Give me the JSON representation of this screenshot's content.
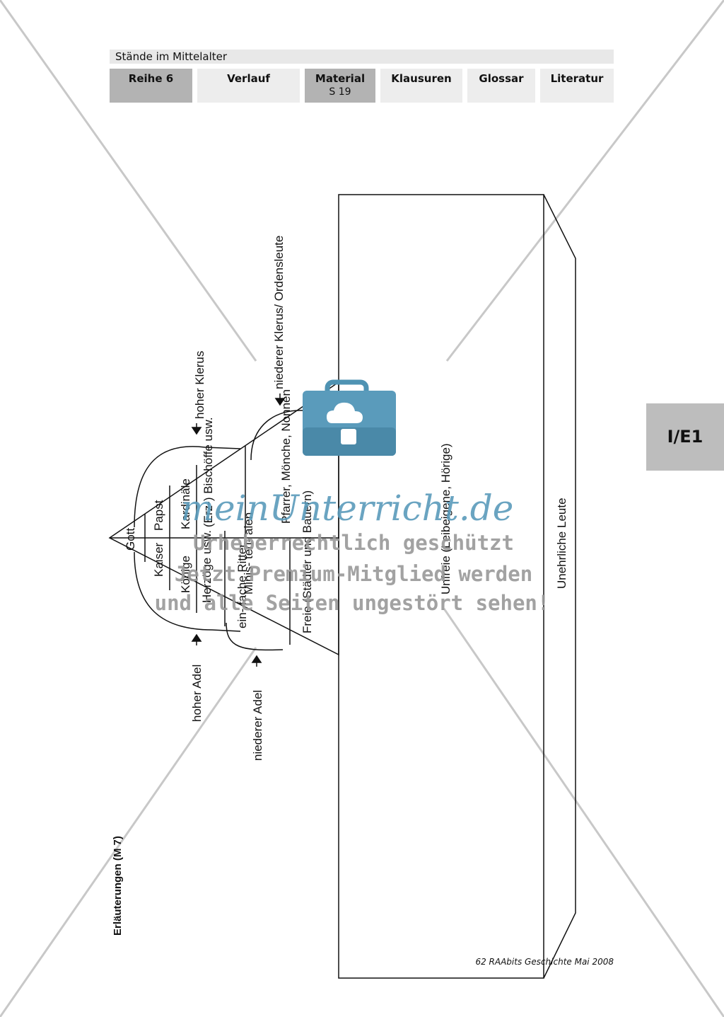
{
  "header": {
    "title": "Stände im Mittelalter"
  },
  "tabs": [
    {
      "label": "Reihe 6"
    },
    {
      "label": "Verlauf"
    },
    {
      "label": "Material",
      "sub": "S 19"
    },
    {
      "label": "Klausuren"
    },
    {
      "label": "Glossar"
    },
    {
      "label": "Literatur"
    }
  ],
  "side_tab": "I/E1",
  "diagram": {
    "caption": "Erläuterungen (M 7)",
    "gott": "Gott",
    "kaiser": "Kaiser",
    "papst": "Papst",
    "koenige": "Könige",
    "kardinaele": "Kardinäle",
    "herzoege": "Herzöge usw.",
    "bischoefe": "(Erz-) Bischöffe usw.",
    "ministerialen": "Minis- teri- alen",
    "einfache_ritter": "ein- fache Ritter",
    "pfarrer": "Pfarrer, Mönche, Nonnen",
    "freie": "Freie (Städter und Bauern)",
    "unfreie": "Unfreie (Leibeigene, Hörige)",
    "unehrliche": "Unehrliche Leute",
    "hoher_klerus": "hoher Klerus",
    "niederer_klerus": "niederer Klerus/ Ordensleute",
    "hoher_adel": "hoher Adel",
    "niederer_adel": "niederer Adel"
  },
  "watermark": {
    "logo": "meinUnterricht.de",
    "line1": "Urheberrechtlich geschützt",
    "line2": "Jetzt Premium-Mitglied werden",
    "line3": "und alle Seiten ungestört sehen!"
  },
  "footer": "62 RAAbits Geschichte Mai 2008"
}
